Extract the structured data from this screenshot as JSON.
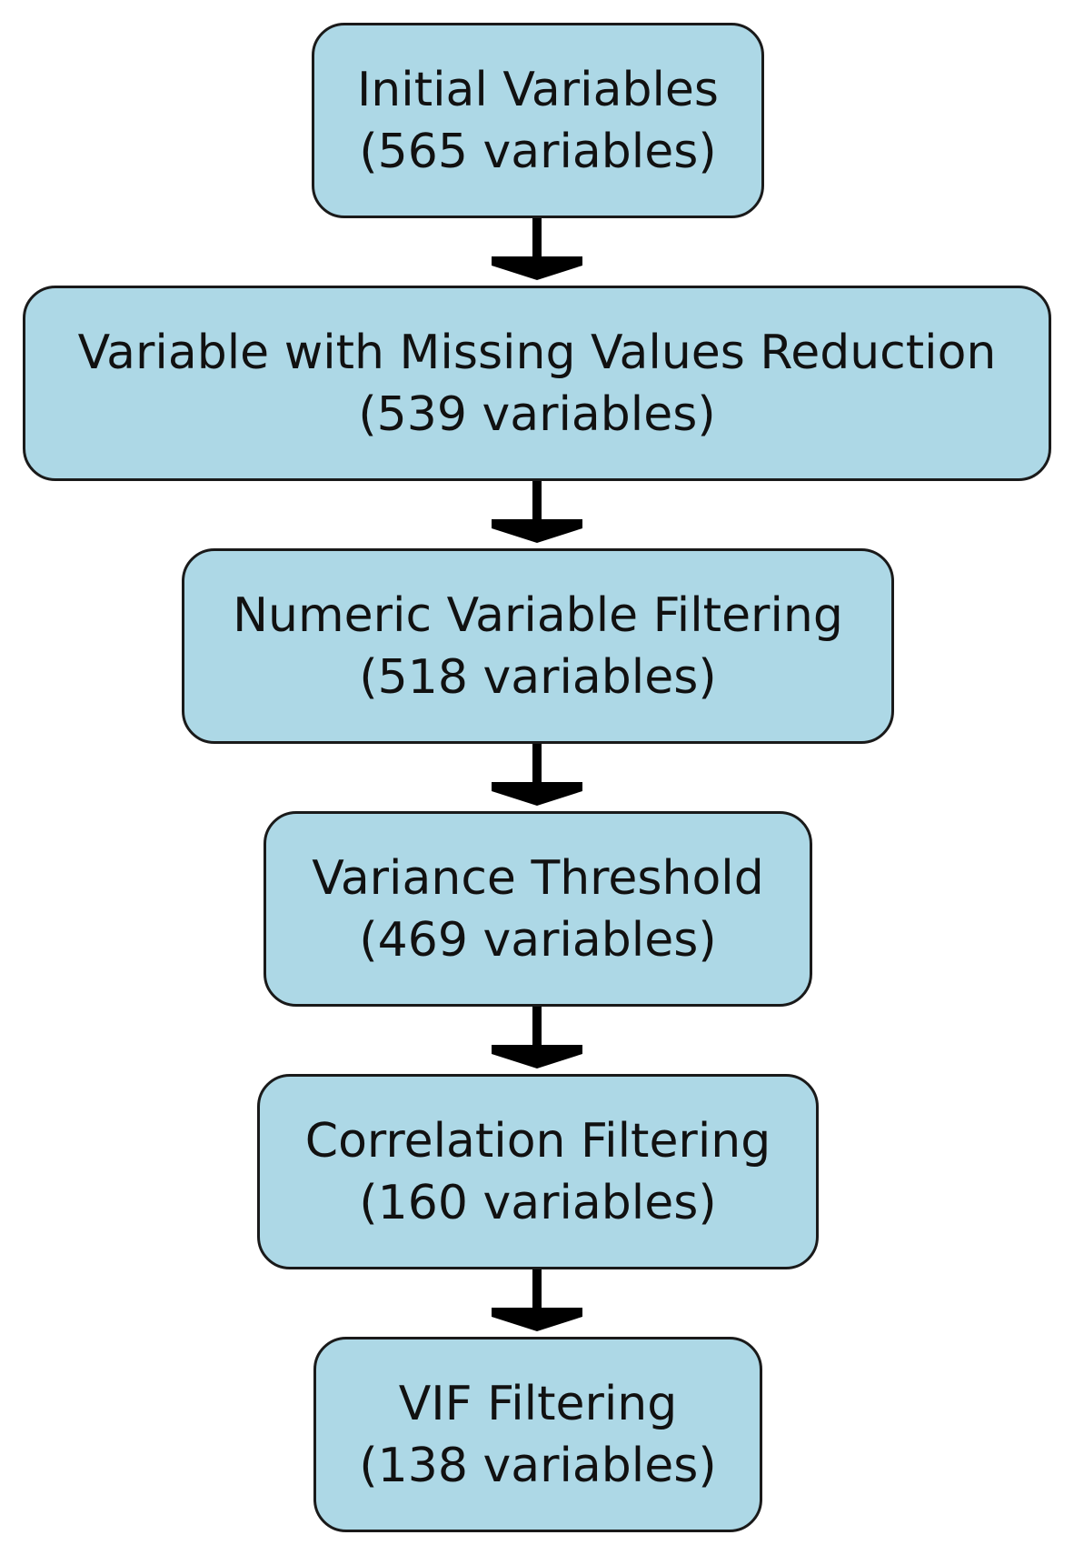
{
  "colors": {
    "box_fill": "#add8e6",
    "box_stroke": "#1a1a1a",
    "arrow": "#000000",
    "text": "#111111",
    "background": "#ffffff"
  },
  "steps": [
    {
      "title": "Initial Variables",
      "count": "(565 variables)"
    },
    {
      "title": "Variable with Missing Values Reduction",
      "count": "(539 variables)"
    },
    {
      "title": "Numeric Variable Filtering",
      "count": "(518 variables)"
    },
    {
      "title": "Variance Threshold",
      "count": "(469 variables)"
    },
    {
      "title": "Correlation Filtering",
      "count": "(160 variables)"
    },
    {
      "title": "VIF Filtering",
      "count": "(138 variables)"
    }
  ]
}
